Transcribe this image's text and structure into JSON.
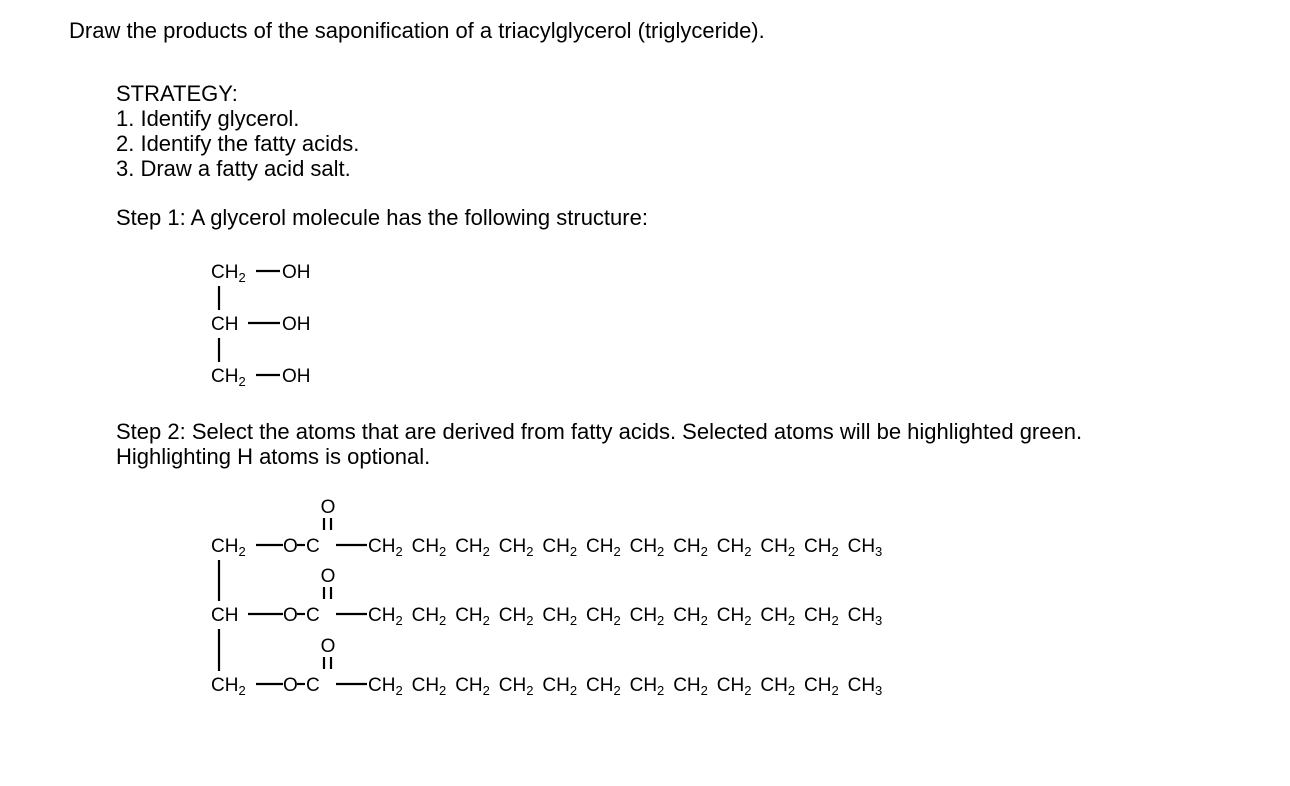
{
  "question": "Draw the products of the saponification of a triacylglycerol (triglyceride).",
  "strategy": {
    "heading": "STRATEGY:",
    "steps": [
      "1. Identify glycerol.",
      "2. Identify the fatty acids.",
      "3. Draw a fatty acid salt."
    ]
  },
  "step1": {
    "text": "Step 1: A glycerol molecule has the following structure:"
  },
  "glycerol": {
    "rows": [
      {
        "carbon": "CH",
        "carbon_sub": "2",
        "group": "OH"
      },
      {
        "carbon": "CH",
        "carbon_sub": "",
        "group": "OH"
      },
      {
        "carbon": "CH",
        "carbon_sub": "2",
        "group": "OH"
      }
    ]
  },
  "step2": {
    "line1": "Step 2: Select the atoms that are derived from fatty acids. Selected atoms will be highlighted green.",
    "line2": "Highlighting H atoms is optional."
  },
  "triglyceride": {
    "rows": [
      {
        "carbon": "CH",
        "carbon_sub": "2",
        "ester_o": "O",
        "carbonyl_c": "C",
        "carbonyl_o": "O",
        "ch2_count": 11,
        "terminal": "CH",
        "terminal_sub": "3"
      },
      {
        "carbon": "CH",
        "carbon_sub": "",
        "ester_o": "O",
        "carbonyl_c": "C",
        "carbonyl_o": "O",
        "ch2_count": 11,
        "terminal": "CH",
        "terminal_sub": "3"
      },
      {
        "carbon": "CH",
        "carbon_sub": "2",
        "ester_o": "O",
        "carbonyl_c": "C",
        "carbonyl_o": "O",
        "ch2_count": 11,
        "terminal": "CH",
        "terminal_sub": "3"
      }
    ]
  }
}
